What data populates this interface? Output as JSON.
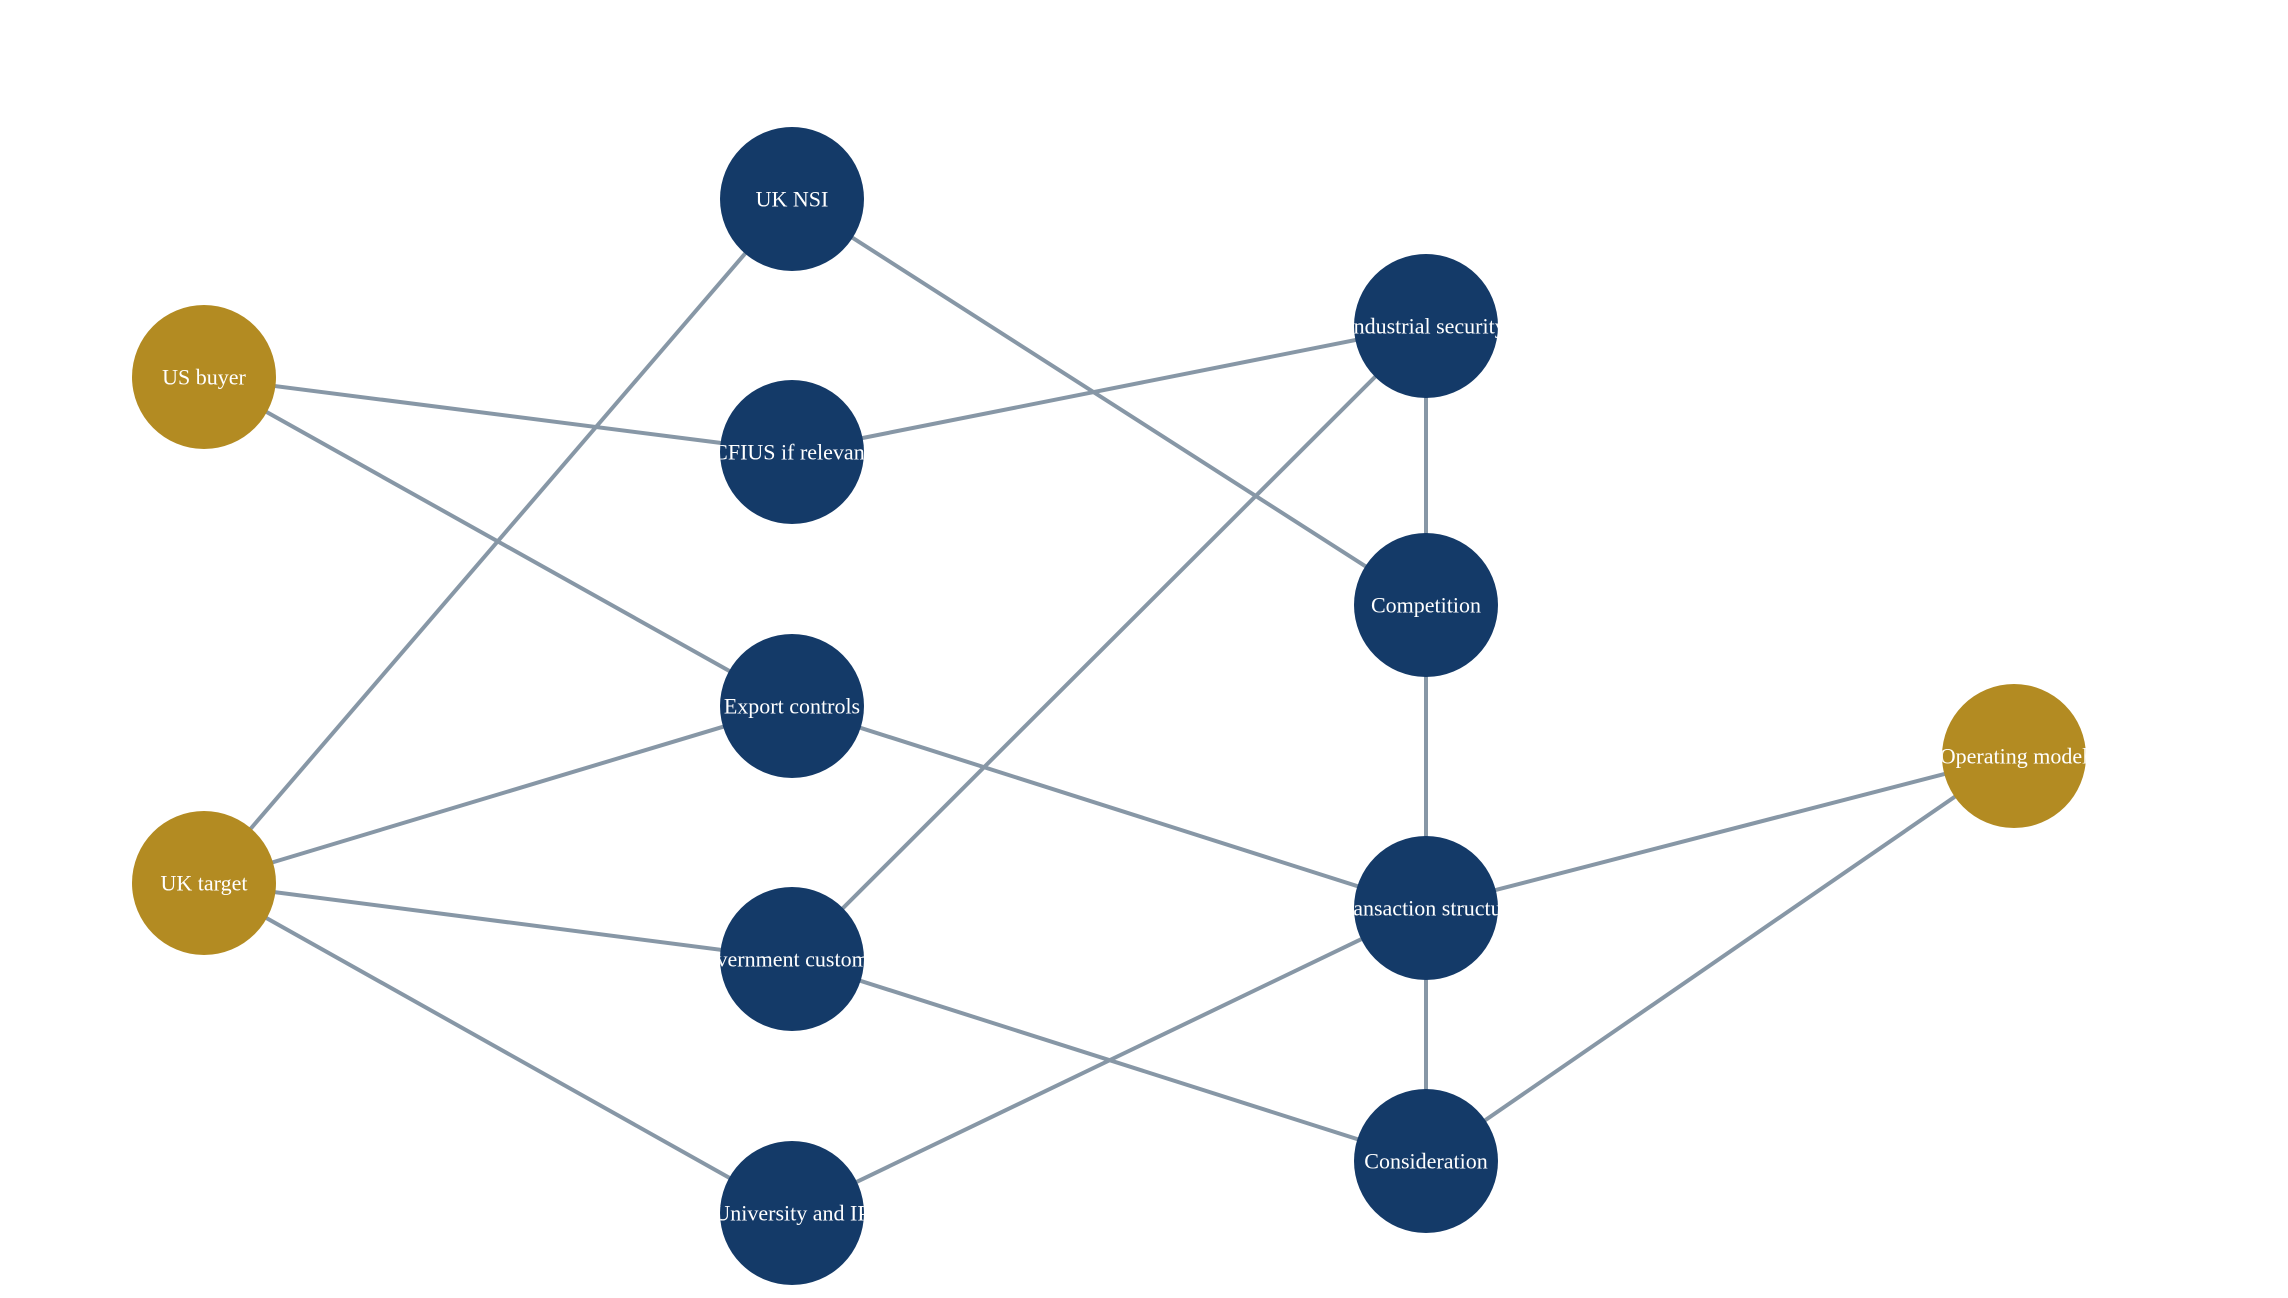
{
  "colors": {
    "endpoint": "#b38b22",
    "process": "#143a68",
    "edge": "#8797a6",
    "label": "#ffffff"
  },
  "nodes": [
    {
      "id": "us-buyer",
      "label": "US buyer",
      "kind": "endpoint"
    },
    {
      "id": "uk-target",
      "label": "UK target",
      "kind": "endpoint"
    },
    {
      "id": "uk-nsi",
      "label": "UK NSI",
      "kind": "process"
    },
    {
      "id": "cfius",
      "label": "CFIUS if relevant",
      "kind": "process"
    },
    {
      "id": "export-controls",
      "label": "Export controls",
      "kind": "process"
    },
    {
      "id": "government-customers",
      "label": "Government customers",
      "kind": "process"
    },
    {
      "id": "university-ip",
      "label": "University and IP",
      "kind": "process"
    },
    {
      "id": "industrial-security",
      "label": "Industrial security",
      "kind": "process"
    },
    {
      "id": "competition",
      "label": "Competition",
      "kind": "process"
    },
    {
      "id": "transaction-structure",
      "label": "Transaction structure",
      "kind": "process"
    },
    {
      "id": "consideration",
      "label": "Consideration",
      "kind": "process"
    },
    {
      "id": "operating-model",
      "label": "Operating model",
      "kind": "endpoint"
    }
  ],
  "edges": [
    [
      "us-buyer",
      "cfius"
    ],
    [
      "us-buyer",
      "export-controls"
    ],
    [
      "uk-target",
      "uk-nsi"
    ],
    [
      "uk-target",
      "export-controls"
    ],
    [
      "uk-target",
      "government-customers"
    ],
    [
      "uk-target",
      "university-ip"
    ],
    [
      "uk-nsi",
      "competition"
    ],
    [
      "cfius",
      "industrial-security"
    ],
    [
      "export-controls",
      "transaction-structure"
    ],
    [
      "government-customers",
      "industrial-security"
    ],
    [
      "government-customers",
      "consideration"
    ],
    [
      "university-ip",
      "transaction-structure"
    ],
    [
      "industrial-security",
      "competition"
    ],
    [
      "competition",
      "transaction-structure"
    ],
    [
      "transaction-structure",
      "consideration"
    ],
    [
      "transaction-structure",
      "operating-model"
    ],
    [
      "consideration",
      "operating-model"
    ]
  ]
}
